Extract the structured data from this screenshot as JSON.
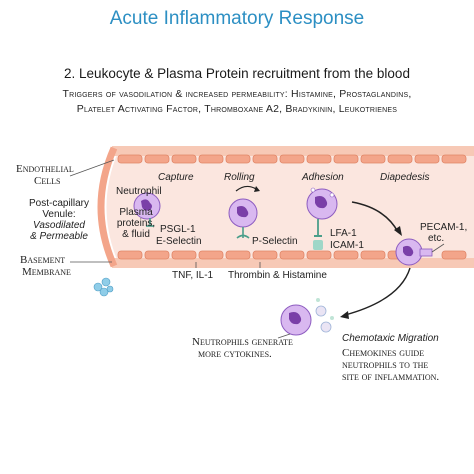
{
  "header": {
    "title": "Acute Inflammatory Response",
    "subtitle": "2. Leukocyte & Plasma Protein recruitment from the blood",
    "triggers_line1": "Triggers of vasodilation & increased permeability: Histamine, Prostaglandins,",
    "triggers_line2": "Platelet Activating Factor, Thromboxane A2, Bradykinin, Leukotrienes"
  },
  "left_labels": {
    "endothelial_1": "Endothelial",
    "endothelial_2": "Cells",
    "venule_1": "Post-capillary",
    "venule_2": "Venule:",
    "venule_3": "Vasodilated",
    "venule_4": "& Permeable",
    "basement_1": "Basement",
    "basement_2": "Membrane"
  },
  "stages": {
    "capture": "Capture",
    "rolling": "Rolling",
    "adhesion": "Adhesion",
    "diapedesis": "Diapedesis"
  },
  "vessel_labels": {
    "neutrophil": "Neutrophil",
    "plasma_1": "Plasma",
    "plasma_2": "proteins,",
    "plasma_3": "& fluid",
    "psgl": "PSGL-1",
    "e_selectin": "E-Selectin",
    "p_selectin": "P-Selectin",
    "lfa": "LFA-1",
    "icam": "ICAM-1",
    "pecam_1": "PECAM-1,",
    "pecam_2": "etc.",
    "tnf": "TNF, IL-1",
    "thrombin": "Thrombin & Histamine"
  },
  "bottom_labels": {
    "cytokines_1": "Neutrophils generate",
    "cytokines_2": "more cytokines.",
    "chemotaxis": "Chemotaxic Migration",
    "chemokines_1": "Chemokines guide",
    "chemokines_2": "neutrophils to the",
    "chemokines_3": "site of inflammation."
  },
  "colors": {
    "title": "#2c8fc3",
    "vessel_wall": "#f7c9b6",
    "endothelium": "#f3a58a",
    "lumen": "#fbe6df",
    "neutrophil": "#d9b8f0",
    "nucleus": "#7a3fa8",
    "receptor": "#9fd7c8",
    "plasma": "#8fcde8"
  }
}
